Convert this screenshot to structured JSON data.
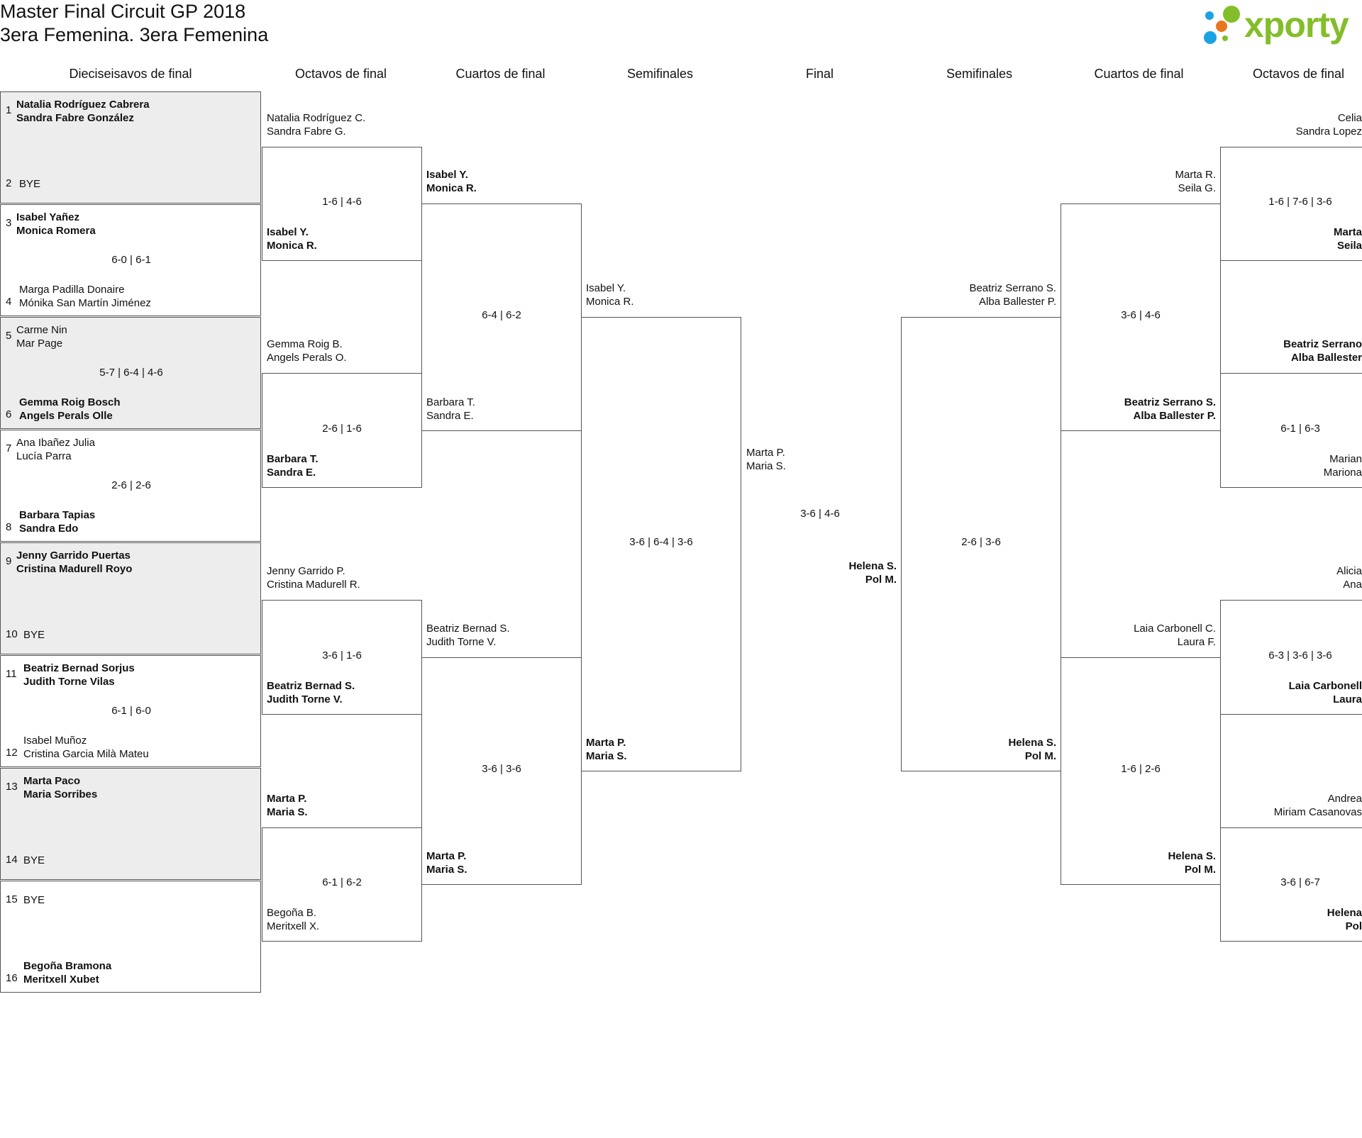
{
  "title": {
    "line1": "Master Final Circuit GP 2018",
    "line2": "3era Femenina. 3era Femenina"
  },
  "logo": {
    "text": "xporty",
    "dots": [
      "#84bd2a",
      "#e8761f",
      "#1aa3e2"
    ]
  },
  "headers": [
    "Dieciseisavos de final",
    "Octavos de final",
    "Cuartos de final",
    "Semifinales",
    "Final",
    "Semifinales",
    "Cuartos de final",
    "Octavos de final"
  ],
  "r32": [
    {
      "n1": "1",
      "p1a": "Natalia Rodríguez Cabrera",
      "p1b": "Sandra Fabre González",
      "n2": "2",
      "p2a": "BYE",
      "p2b": "",
      "score": ""
    },
    {
      "n1": "3",
      "p1a": "Isabel Yañez",
      "p1b": "Monica Romera",
      "n2": "4",
      "p2a": "Marga Padilla Donaire",
      "p2b": "Mónika San Martín Jiménez",
      "score": "6-0 | 6-1"
    },
    {
      "n1": "5",
      "p1a": "Carme Nin",
      "p1b": "Mar Page",
      "n2": "6",
      "p2a": "Gemma Roig Bosch",
      "p2b": "Angels Perals Olle",
      "score": "5-7 | 6-4 | 4-6"
    },
    {
      "n1": "7",
      "p1a": "Ana Ibañez Julia",
      "p1b": "Lucía Parra",
      "n2": "8",
      "p2a": "Barbara Tapias",
      "p2b": "Sandra Edo",
      "score": "2-6 | 2-6"
    },
    {
      "n1": "9",
      "p1a": "Jenny Garrido Puertas",
      "p1b": "Cristina Madurell Royo",
      "n2": "10",
      "p2a": "BYE",
      "p2b": "",
      "score": ""
    },
    {
      "n1": "11",
      "p1a": "Beatriz Bernad Sorjus",
      "p1b": "Judith Torne Vilas",
      "n2": "12",
      "p2a": "Isabel Muñoz",
      "p2b": "Cristina Garcia Milà Mateu",
      "score": "6-1 | 6-0"
    },
    {
      "n1": "13",
      "p1a": "Marta Paco",
      "p1b": "Maria Sorribes",
      "n2": "14",
      "p2a": "BYE",
      "p2b": "",
      "score": ""
    },
    {
      "n1": "15",
      "p1a": "BYE",
      "p1b": "",
      "n2": "16",
      "p2a": "Begoña Bramona",
      "p2b": "Meritxell Xubet",
      "score": ""
    }
  ],
  "left_r16": [
    {
      "t1": "Natalia Rodríguez C.",
      "t2": "Sandra Fabre G.",
      "b1": "Isabel Y.",
      "b2": "Monica R.",
      "score": "1-6 | 4-6"
    },
    {
      "t1": "Gemma Roig B.",
      "t2": "Angels Perals O.",
      "b1": "Barbara T.",
      "b2": "Sandra E.",
      "score": "2-6 | 1-6"
    },
    {
      "t1": "Jenny Garrido P.",
      "t2": "Cristina Madurell R.",
      "b1": "Beatriz Bernad S.",
      "b2": "Judith Torne V.",
      "score": "3-6 | 1-6"
    },
    {
      "t1": "Marta P.",
      "t2": "Maria S.",
      "b1": "Begoña B.",
      "b2": "Meritxell X.",
      "score": "6-1 | 6-2"
    }
  ],
  "left_qf": [
    {
      "t1": "Isabel Y.",
      "t2": "Monica R.",
      "b1": "Barbara T.",
      "b2": "Sandra E.",
      "score": "6-4 | 6-2"
    },
    {
      "t1": "Beatriz Bernad S.",
      "t2": "Judith Torne V.",
      "b1": "Marta P.",
      "b2": "Maria S.",
      "score": "3-6 | 3-6"
    }
  ],
  "left_sf": {
    "t1": "Isabel Y.",
    "t2": "Monica R.",
    "b1": "Marta P.",
    "b2": "Maria S.",
    "score": "3-6 | 6-4 | 3-6"
  },
  "final": {
    "t1": "Marta P.",
    "t2": "Maria S.",
    "b1": "Helena S.",
    "b2": "Pol M.",
    "score": "3-6 | 4-6"
  },
  "right_sf": {
    "t1": "Beatriz Serrano S.",
    "t2": "Alba Ballester P.",
    "b1": "Helena S.",
    "b2": "Pol M.",
    "score": "2-6 | 3-6"
  },
  "right_qf": [
    {
      "t1": "Marta R.",
      "t2": "Seila G.",
      "b1": "Beatriz Serrano S.",
      "b2": "Alba Ballester P.",
      "score": "3-6 | 4-6"
    },
    {
      "t1": "Laia Carbonell C.",
      "t2": "Laura F.",
      "b1": "Helena S.",
      "b2": "Pol M.",
      "score": "1-6 | 2-6"
    }
  ],
  "right_r16": [
    {
      "t1": "Celia",
      "t2": "Sandra Lopez",
      "b1": "Marta",
      "b2": "Seila",
      "score": "1-6 | 7-6 | 3-6"
    },
    {
      "t1": "Beatriz Serrano",
      "t2": "Alba Ballester",
      "b1": "Marian",
      "b2": "Mariona",
      "score": "6-1 | 6-3"
    },
    {
      "t1": "Alicia",
      "t2": "Ana",
      "b1": "Laia Carbonell",
      "b2": "Laura",
      "score": "6-3 | 3-6 | 3-6"
    },
    {
      "t1": "Andrea",
      "t2": "Miriam Casanovas",
      "b1": "Helena",
      "b2": "Pol",
      "score": "3-6 | 6-7"
    }
  ]
}
